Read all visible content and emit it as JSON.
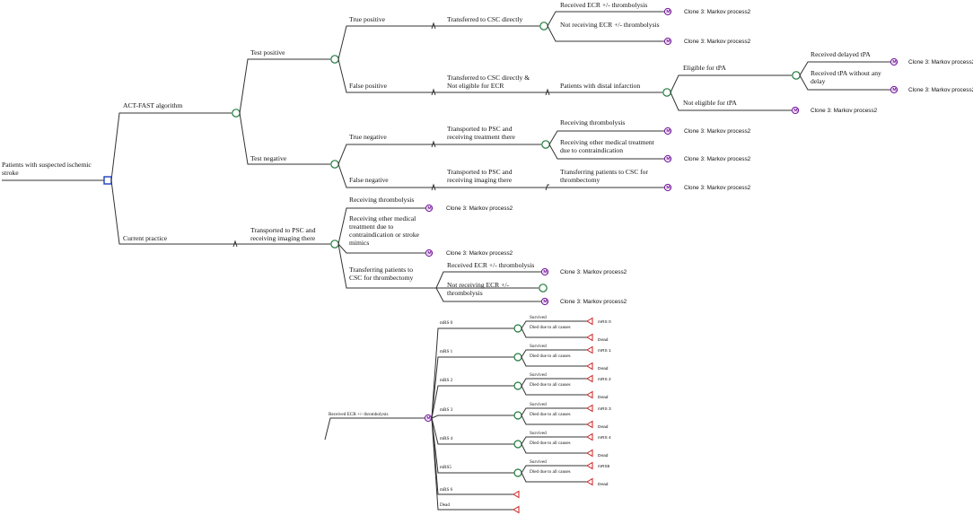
{
  "colors": {
    "line": "#333333",
    "chance_node": "#1e7a3a",
    "decision_node": "#1f3fbf",
    "markov_node": "#7a1fa0",
    "terminal_node": "#cc1f1f"
  },
  "markov_label": "Clone 3: Markov process2",
  "main_tree": {
    "root": "Patients with suspected ischemic stroke",
    "act_fast": "ACT-FAST algorithm",
    "current_practice": "Current practice",
    "test_positive": "Test positive",
    "test_negative": "Test negative",
    "true_positive": "True positive",
    "false_positive": "False positive",
    "true_negative": "True negative",
    "false_negative": "False negative",
    "tp_transfer": "Transferred to CSC directly",
    "tp_received_ecr": "Received ECR +/- thrombolysis",
    "tp_not_receiving_ecr": "Not receiving ECR +/- thrombolysis",
    "fp_transfer": "Transferred to CSC directly & Not eligible for ECR",
    "fp_distal": "Patients with distal infarction",
    "eligible_tpa": "Eligible for tPA",
    "not_eligible_tpa": "Not eligible for tPA",
    "delayed_tpa": "Received delayed tPA",
    "tpa_no_delay": "Received tPA without any delay",
    "tn_psc": "Transported to PSC and receiving treatment there",
    "tn_thrombolysis": "Receiving thrombolysis",
    "tn_other": "Receiving other medical treatment due to contraindication",
    "fn_psc": "Transported to PSC and receiving imaging there",
    "fn_transfer": "Transferring patients to CSC for thrombectomy",
    "cp_psc": "Transported to PSC and receiving imaging there",
    "cp_thrombolysis": "Receiving thrombolysis",
    "cp_other": "Receiving other medical treatment due to contraindication or stroke mimics",
    "cp_transfer": "Transferring patients to CSC for thrombectomy",
    "cp_received_ecr": "Received ECR +/- thrombolysis",
    "cp_not_receiving_ecr": "Not receiving ECR +/- thrombolysis"
  },
  "markov_tree": {
    "root": "Received ECR +/- thrombolysis",
    "survived": "Survived",
    "died": "Died due to all causes",
    "dead": "Dead",
    "states": [
      "mRS 0",
      "mRS 1",
      "mRS 2",
      "mRS 3",
      "mRS 4",
      "mRS5"
    ],
    "state_outcomes": [
      "mRS 0",
      "mRS 1",
      "mRS 2",
      "mRS 3",
      "mRS 4",
      "mRS5"
    ],
    "mrs6": "mRS 6",
    "dead_branch": "Dead"
  }
}
